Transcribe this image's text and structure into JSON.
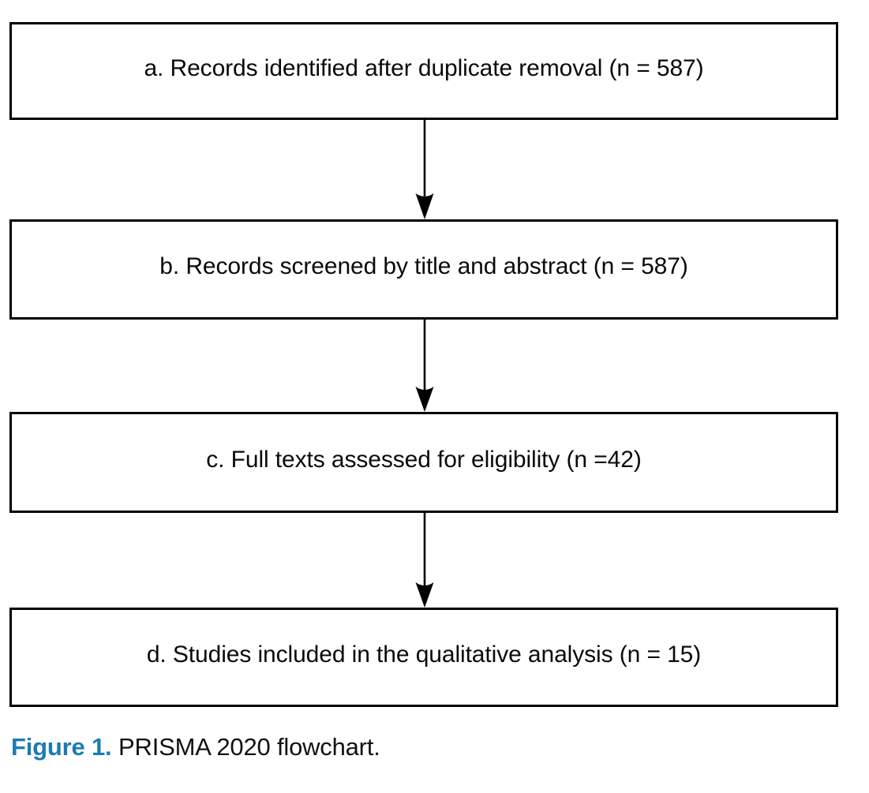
{
  "figure": {
    "type": "flowchart",
    "standard": "PRISMA 2020",
    "caption_tag": "Figure 1.",
    "caption_text": "PRISMA 2020 flowchart.",
    "caption_accent_color": "#1c7cb0",
    "border_color": "#000000",
    "background_color": "#ffffff"
  },
  "chart_data": {
    "type": "diagram",
    "title": "PRISMA 2020 flowchart",
    "nodes": [
      {
        "id": "a",
        "label": "a. Records identified after duplicate removal (n = 587)",
        "stage": "identification",
        "n": 587
      },
      {
        "id": "b",
        "label": "b. Records screened by title and abstract (n = 587)",
        "stage": "screening",
        "n": 587
      },
      {
        "id": "c",
        "label": "c. Full texts assessed for eligibility (n =42)",
        "stage": "eligibility",
        "n": 42
      },
      {
        "id": "d",
        "label": "d. Studies included in the qualitative analysis (n = 15)",
        "stage": "included",
        "n": 15
      }
    ],
    "edges": [
      {
        "from": "a",
        "to": "b",
        "style": "arrow-down"
      },
      {
        "from": "b",
        "to": "c",
        "style": "arrow-down"
      },
      {
        "from": "c",
        "to": "d",
        "style": "arrow-down"
      }
    ]
  }
}
